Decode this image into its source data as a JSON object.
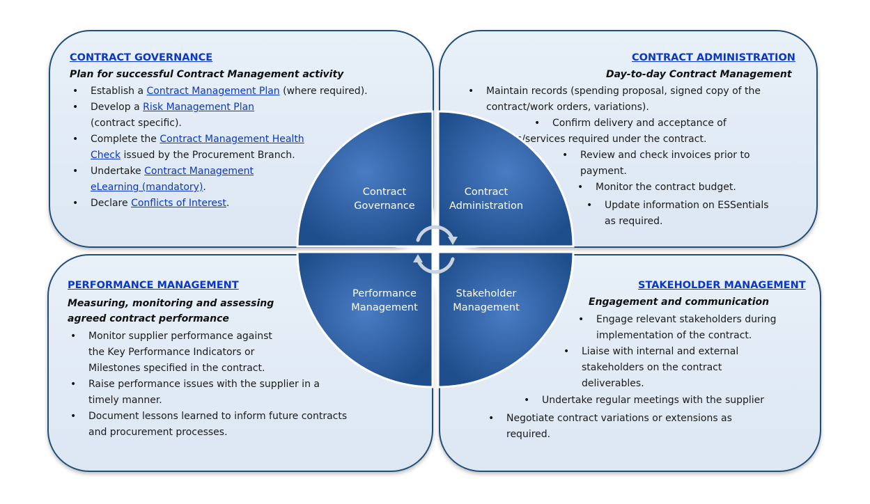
{
  "governance": {
    "heading": "CONTRACT GOVERNANCE",
    "subtitle": "Plan for successful Contract Management activity",
    "items": [
      {
        "pre": "Establish a ",
        "link": "Contract Management Plan",
        "post": " (where required)."
      },
      {
        "pre": "Develop a ",
        "link": "Risk Management Plan",
        "post": "",
        "cont": "(contract specific)."
      },
      {
        "pre": "Complete the ",
        "link": "Contract Management Health",
        "post": "",
        "cont_link": "Check",
        "cont": " issued by the Procurement Branch."
      },
      {
        "pre": "Undertake ",
        "link": "Contract Management",
        "post": "",
        "cont_link": "eLearning (mandatory)",
        "cont": "."
      },
      {
        "pre": "Declare ",
        "link": "Conflicts of Interest",
        "post": "."
      }
    ]
  },
  "administration": {
    "heading": "CONTRACT ADMINISTRATION",
    "subtitle": "Day-to-day Contract Management",
    "items": [
      {
        "line1": "Maintain records (spending proposal, signed copy of the",
        "line2": "contract/work orders, variations)."
      },
      {
        "line1": "Confirm delivery and acceptance of",
        "line2": "goods/services required under the contract."
      },
      {
        "line1": "Review and check invoices prior to",
        "line2": "payment."
      },
      {
        "line1": "Monitor the contract budget.",
        "line2": ""
      },
      {
        "line1": "Update information on ESSentials",
        "line2": "as required."
      }
    ]
  },
  "performance": {
    "heading": "PERFORMANCE  MANAGEMENT",
    "subtitle_line1": "Measuring, monitoring and assessing",
    "subtitle_line2": "agreed contract performance",
    "items": [
      {
        "line1": "Monitor supplier performance against",
        "line2": "the Key Performance Indicators or",
        "line3": "Milestones specified in the contract."
      },
      {
        "line1": "Raise performance issues with the supplier in a",
        "line2": "timely manner.",
        "line3": ""
      },
      {
        "line1": "Document lessons learned to inform future contracts",
        "line2": "and procurement processes.",
        "line3": ""
      }
    ]
  },
  "stakeholder": {
    "heading": "STAKEHOLDER MANAGEMENT",
    "subtitle": "Engagement and communication",
    "items": [
      {
        "line1": "Engage relevant stakeholders during",
        "line2": "implementation of the contract.",
        "line3": ""
      },
      {
        "line1": "Liaise with internal and external",
        "line2": "stakeholders on the contract",
        "line3": "deliverables."
      },
      {
        "line1": "Undertake regular meetings with the supplier",
        "line2": "",
        "line3": ""
      },
      {
        "line1": "Negotiate contract variations or extensions as",
        "line2": "required.",
        "line3": ""
      }
    ]
  },
  "center": {
    "tl_line1": "Contract",
    "tl_line2": "Governance",
    "tr_line1": "Contract",
    "tr_line2": "Administration",
    "bl_line1": "Performance",
    "bl_line2": "Management",
    "br_line1": "Stakeholder",
    "br_line2": "Management"
  },
  "colors": {
    "circle_fill": "#2f5fa8",
    "circle_dark": "#1f4e8c",
    "heading_link": "#0b37c9",
    "box_border": "#1f4e79"
  }
}
